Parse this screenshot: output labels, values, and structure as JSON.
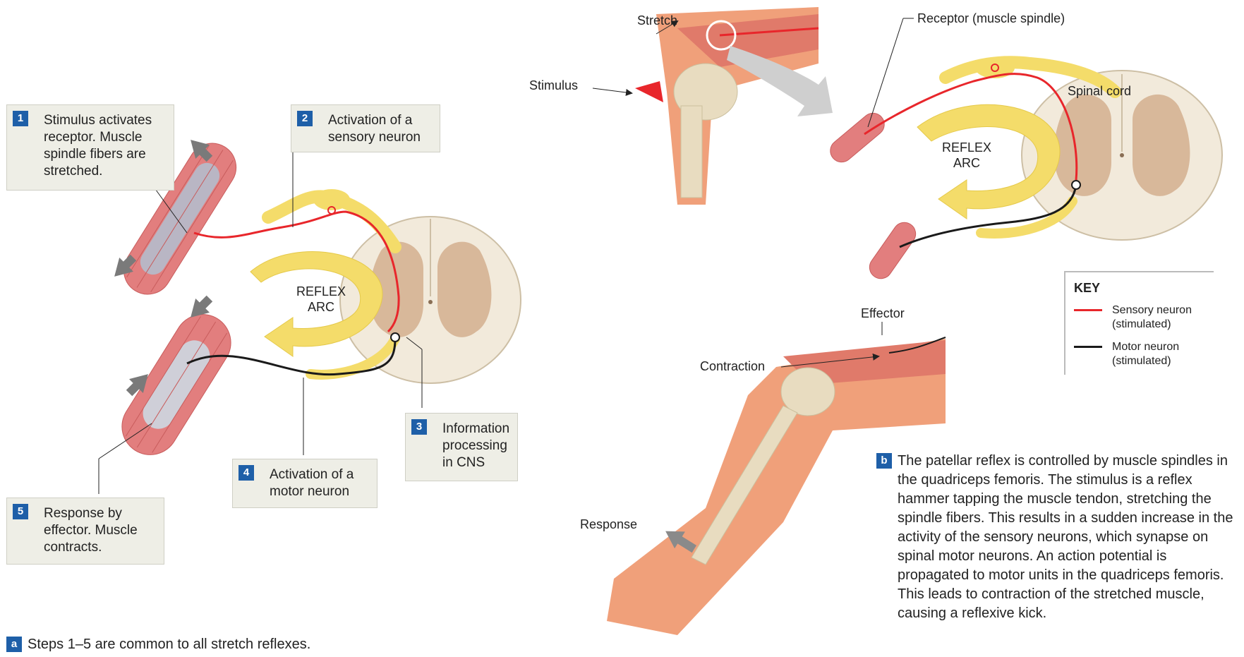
{
  "panel_a": {
    "steps": [
      {
        "num": "1",
        "text": "Stimulus activates receptor. Muscle spindle fibers are stretched."
      },
      {
        "num": "2",
        "text": "Activation of a sensory neuron"
      },
      {
        "num": "3",
        "text": "Information processing in CNS"
      },
      {
        "num": "4",
        "text": "Activation of a motor neuron"
      },
      {
        "num": "5",
        "text": "Response by effector. Muscle contracts."
      }
    ],
    "reflex_arc_label": "REFLEX ARC",
    "caption_badge": "a",
    "caption": "Steps 1–5 are common to all stretch reflexes."
  },
  "panel_b": {
    "labels": {
      "stretch": "Stretch",
      "stimulus": "Stimulus",
      "receptor": "Receptor (muscle  spindle)",
      "spinal_cord": "Spinal cord",
      "reflex_arc": "REFLEX ARC",
      "effector": "Effector",
      "contraction": "Contraction",
      "response": "Response"
    },
    "caption_badge": "b",
    "caption": "The patellar reflex is controlled by muscle spindles in the quadriceps femoris. The stimulus is a reflex hammer tapping the muscle tendon, stretching the spindle fibers. This results in a sudden increase in the activity of the sensory neurons, which synapse on spinal motor neurons. An action potential is propagated to motor units in the quadriceps femoris. This leads to contraction of the stretched muscle, causing a reflexive kick."
  },
  "key": {
    "title": "KEY",
    "items": [
      {
        "label": "Sensory neuron (stimulated)",
        "color": "#e8262b"
      },
      {
        "label": "Motor neuron (stimulated)",
        "color": "#1a1a1a"
      }
    ]
  },
  "colors": {
    "badge": "#1e5fa8",
    "muscle": "#e27e7e",
    "spinal_white": "#f2eadb",
    "spinal_gray": "#d8b89a",
    "arc": "#f4dc6a",
    "leg": "#f0a07a",
    "bone": "#e8dcc0"
  }
}
